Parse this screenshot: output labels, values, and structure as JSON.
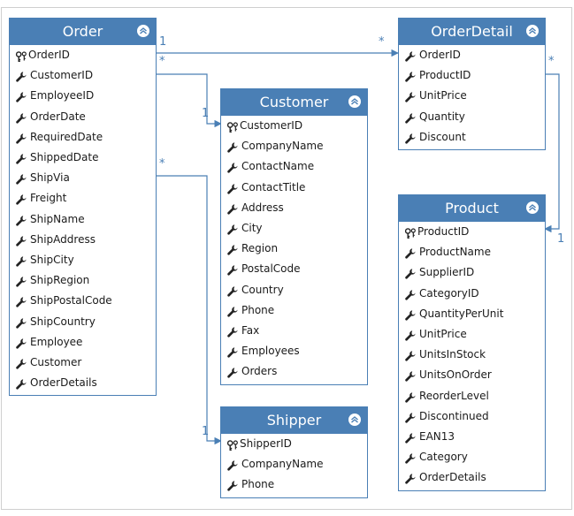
{
  "entities": [
    {
      "id": "order",
      "title": "Order",
      "fields": [
        {
          "name": "OrderID",
          "icon": "key-icon"
        },
        {
          "name": "CustomerID",
          "icon": "wrench-icon"
        },
        {
          "name": "EmployeeID",
          "icon": "wrench-icon"
        },
        {
          "name": "OrderDate",
          "icon": "wrench-icon"
        },
        {
          "name": "RequiredDate",
          "icon": "wrench-icon"
        },
        {
          "name": "ShippedDate",
          "icon": "wrench-icon"
        },
        {
          "name": "ShipVia",
          "icon": "wrench-icon"
        },
        {
          "name": "Freight",
          "icon": "wrench-icon"
        },
        {
          "name": "ShipName",
          "icon": "wrench-icon"
        },
        {
          "name": "ShipAddress",
          "icon": "wrench-icon"
        },
        {
          "name": "ShipCity",
          "icon": "wrench-icon"
        },
        {
          "name": "ShipRegion",
          "icon": "wrench-icon"
        },
        {
          "name": "ShipPostalCode",
          "icon": "wrench-icon"
        },
        {
          "name": "ShipCountry",
          "icon": "wrench-icon"
        },
        {
          "name": "Employee",
          "icon": "wrench-icon"
        },
        {
          "name": "Customer",
          "icon": "wrench-icon"
        },
        {
          "name": "OrderDetails",
          "icon": "wrench-icon"
        }
      ]
    },
    {
      "id": "customer",
      "title": "Customer",
      "fields": [
        {
          "name": "CustomerID",
          "icon": "key-icon"
        },
        {
          "name": "CompanyName",
          "icon": "wrench-icon"
        },
        {
          "name": "ContactName",
          "icon": "wrench-icon"
        },
        {
          "name": "ContactTitle",
          "icon": "wrench-icon"
        },
        {
          "name": "Address",
          "icon": "wrench-icon"
        },
        {
          "name": "City",
          "icon": "wrench-icon"
        },
        {
          "name": "Region",
          "icon": "wrench-icon"
        },
        {
          "name": "PostalCode",
          "icon": "wrench-icon"
        },
        {
          "name": "Country",
          "icon": "wrench-icon"
        },
        {
          "name": "Phone",
          "icon": "wrench-icon"
        },
        {
          "name": "Fax",
          "icon": "wrench-icon"
        },
        {
          "name": "Employees",
          "icon": "wrench-icon"
        },
        {
          "name": "Orders",
          "icon": "wrench-icon"
        }
      ]
    },
    {
      "id": "shipper",
      "title": "Shipper",
      "fields": [
        {
          "name": "ShipperID",
          "icon": "key-icon"
        },
        {
          "name": "CompanyName",
          "icon": "wrench-icon"
        },
        {
          "name": "Phone",
          "icon": "wrench-icon"
        }
      ]
    },
    {
      "id": "orderdetail",
      "title": "OrderDetail",
      "fields": [
        {
          "name": "OrderID",
          "icon": "wrench-icon"
        },
        {
          "name": "ProductID",
          "icon": "wrench-icon"
        },
        {
          "name": "UnitPrice",
          "icon": "wrench-icon"
        },
        {
          "name": "Quantity",
          "icon": "wrench-icon"
        },
        {
          "name": "Discount",
          "icon": "wrench-icon"
        }
      ]
    },
    {
      "id": "product",
      "title": "Product",
      "fields": [
        {
          "name": "ProductID",
          "icon": "key-icon"
        },
        {
          "name": "ProductName",
          "icon": "wrench-icon"
        },
        {
          "name": "SupplierID",
          "icon": "wrench-icon"
        },
        {
          "name": "CategoryID",
          "icon": "wrench-icon"
        },
        {
          "name": "QuantityPerUnit",
          "icon": "wrench-icon"
        },
        {
          "name": "UnitPrice",
          "icon": "wrench-icon"
        },
        {
          "name": "UnitsInStock",
          "icon": "wrench-icon"
        },
        {
          "name": "UnitsOnOrder",
          "icon": "wrench-icon"
        },
        {
          "name": "ReorderLevel",
          "icon": "wrench-icon"
        },
        {
          "name": "Discontinued",
          "icon": "wrench-icon"
        },
        {
          "name": "EAN13",
          "icon": "wrench-icon"
        },
        {
          "name": "Category",
          "icon": "wrench-icon"
        },
        {
          "name": "OrderDetails",
          "icon": "wrench-icon"
        }
      ]
    }
  ],
  "relationships": [
    {
      "id": "order-orderdetail",
      "from": "order",
      "to": "orderdetail",
      "from_mult": "1",
      "to_mult": "*"
    },
    {
      "id": "order-customer",
      "from": "order",
      "to": "customer",
      "from_mult": "*",
      "to_mult": "1"
    },
    {
      "id": "order-shipper",
      "from": "order",
      "to": "shipper",
      "from_mult": "*",
      "to_mult": "1"
    },
    {
      "id": "orderdetail-product",
      "from": "orderdetail",
      "to": "product",
      "from_mult": "*",
      "to_mult": "1"
    }
  ],
  "colors": {
    "header": "#4a7fb5",
    "line": "#4a7fb5",
    "icon": "#222222"
  }
}
